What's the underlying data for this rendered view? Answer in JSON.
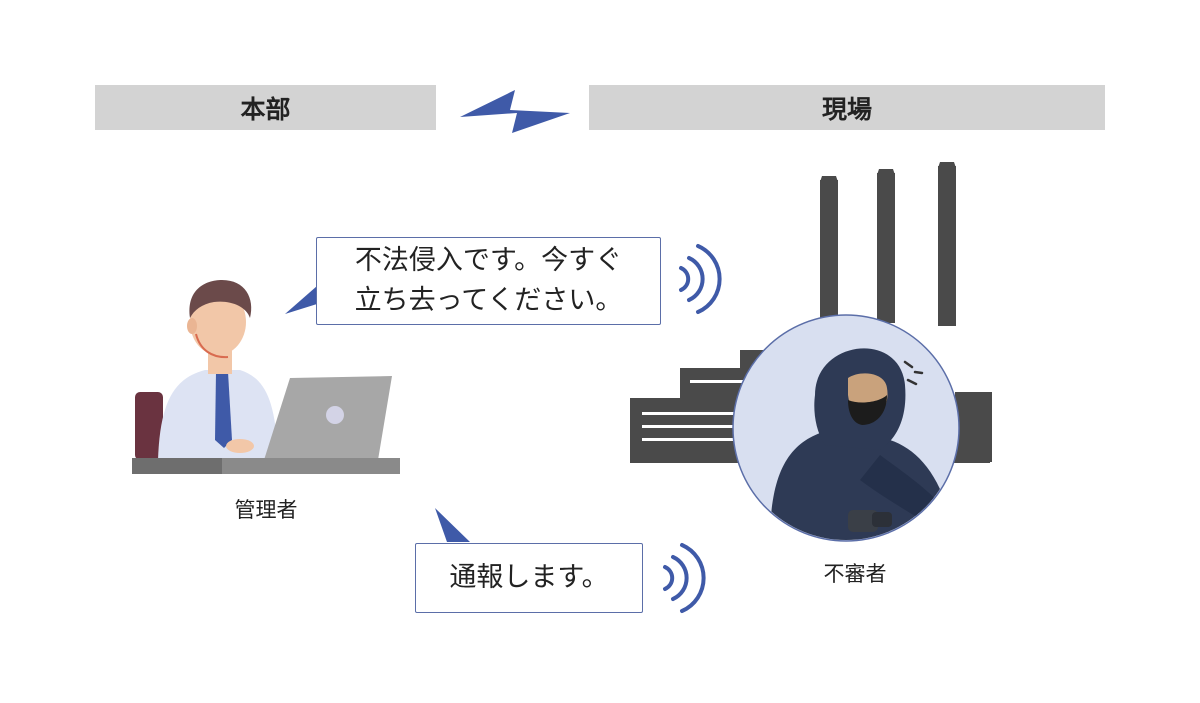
{
  "header": {
    "hq_label": "本部",
    "site_label": "現場"
  },
  "warning_message": {
    "line1": "不法侵入です。今すぐ",
    "line2": "立ち去ってください。"
  },
  "report_message": "通報します。",
  "admin_caption": "管理者",
  "intruder_caption": "不審者",
  "colors": {
    "header_bg": "#d3d3d3",
    "accent_blue": "#3f5aa8",
    "bubble_border": "#5b6ea8",
    "factory_gray": "#4a4a4a",
    "hoodie_navy": "#2e3a55"
  },
  "icons": {
    "link": "lightning-bolt-icon",
    "signal": "radio-waves-icon"
  }
}
